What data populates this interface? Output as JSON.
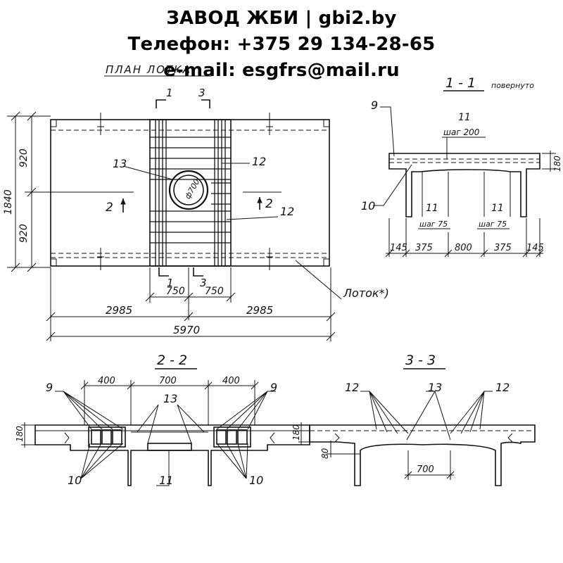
{
  "header": {
    "line1": "ЗАВОД ЖБИ | gbi2.by",
    "line2": "Телефон: +375 29 134-28-65",
    "line3": "e-mail: esgfrs@mail.ru"
  },
  "plan": {
    "title": "ПЛАН ЛОТКА",
    "sec1": "1",
    "sec3": "3",
    "sec1b": "1",
    "sec3b": "3",
    "sec2l": "2",
    "sec2r": "2",
    "dim_height": "1840",
    "dim_upper": "920",
    "dim_lower": "920",
    "dim_750a": "750",
    "dim_750b": "750",
    "dim_left": "2985",
    "dim_right": "2985",
    "dim_total": "5970",
    "label_13": "13",
    "label_12a": "12",
    "label_12b": "12",
    "hole": "ф700",
    "lotok": "Лоток*)"
  },
  "section11": {
    "title": "1 - 1",
    "note": "повернуто",
    "label_9": "9",
    "label_11": "11",
    "step200": "шаг 200",
    "label_10": "10",
    "label_11a": "11",
    "step75a": "шаг 75",
    "label_11b": "11",
    "step75b": "шаг 75",
    "dim_180": "180",
    "dims": [
      "145",
      "375",
      "800",
      "375",
      "145"
    ]
  },
  "section22": {
    "title": "2 - 2",
    "dim_400a": "400",
    "dim_700": "700",
    "dim_400b": "400",
    "label_9l": "9",
    "label_9r": "9",
    "label_13": "13",
    "label_10l": "10",
    "label_10r": "10",
    "label_11": "11",
    "dim_180": "180"
  },
  "section33": {
    "title": "3 - 3",
    "label_12l": "12",
    "label_13": "13",
    "label_12r": "12",
    "dim_180": "180",
    "dim_80": "80",
    "dim_700": "700"
  }
}
